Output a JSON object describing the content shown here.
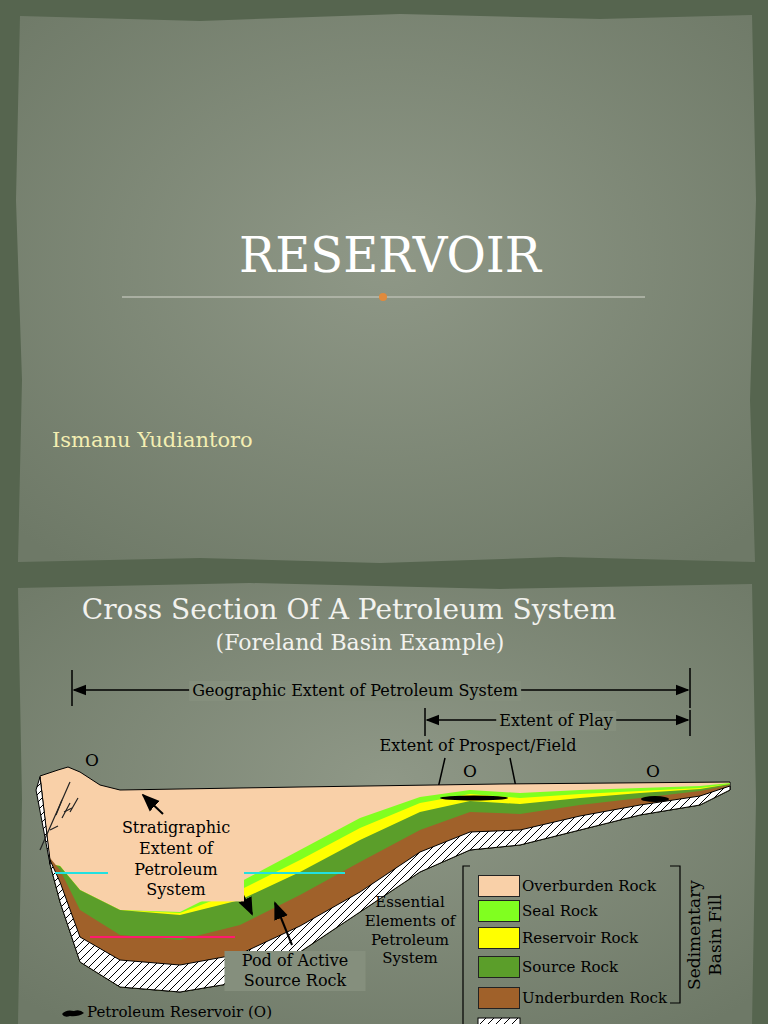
{
  "diagram": {
    "title": "RESERVOIR",
    "labels": [
      "Ismanu Yudiantoro",
      "Cross Section Of A Petroleum System",
      "(Foreland Basin Example)",
      "Geographic Extent of Petroleum System",
      "Extent of Play",
      "Extent of Prospect/Field",
      "O",
      "O",
      "O",
      "Stratigraphic Extent of Petroleum System",
      "Pod of Active Source Rock",
      "Essential Elements of Petroleum System",
      "Sedimentary Basin Fill"
    ],
    "legend": [
      {
        "text": "Overburden Rock",
        "color": "#f9d0a8"
      },
      {
        "text": "Seal Rock",
        "color": "#80ff20"
      },
      {
        "text": "Reservoir Rock",
        "color": "#ffff00"
      },
      {
        "text": "Source Rock",
        "color": "#5b9e2a"
      },
      {
        "text": "Underburden Rock",
        "color": "#a0612a"
      },
      {
        "text": "Petroleum Reservoir (O)"
      }
    ]
  }
}
